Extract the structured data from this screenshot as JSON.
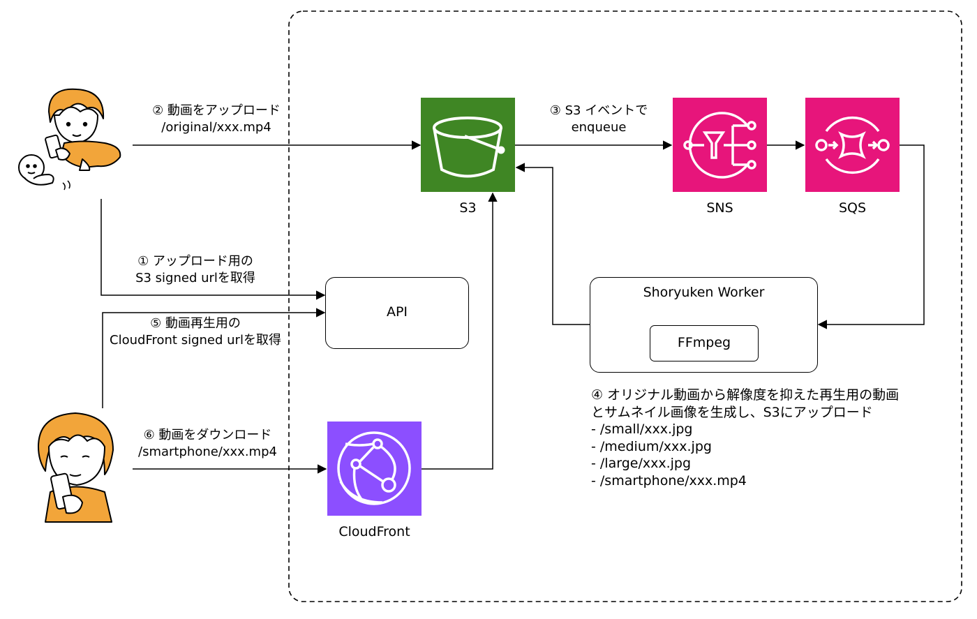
{
  "boundary": {
    "style": "dashed"
  },
  "services": {
    "s3": {
      "name": "S3",
      "color": "#3F8624",
      "icon": "bucket-icon"
    },
    "sns": {
      "name": "SNS",
      "color": "#E7157B",
      "icon": "sns-fanout-icon"
    },
    "sqs": {
      "name": "SQS",
      "color": "#E7157B",
      "icon": "sqs-queue-icon"
    },
    "cloudfront": {
      "name": "CloudFront",
      "color": "#8C4FFF",
      "icon": "cloudfront-globe-icon"
    }
  },
  "api": {
    "label": "API"
  },
  "worker": {
    "title": "Shoryuken Worker",
    "inner": "FFmpeg"
  },
  "actors": {
    "uploader": {
      "icon": "parent-with-baby-smartphone-icon"
    },
    "viewer": {
      "icon": "person-with-smartphone-icon"
    }
  },
  "edges": {
    "upload": {
      "line1": "② 動画をアップロード",
      "line2": "/original/xxx.mp4"
    },
    "event": {
      "line1": "③ S3 イベントで",
      "line2": "enqueue"
    },
    "signed": {
      "line1": "① アップロード用の",
      "line2": "S3 signed urlを取得"
    },
    "cf_url": {
      "line1": "⑤ 動画再生用の",
      "line2": "CloudFront signed urlを取得"
    },
    "download": {
      "line1": "⑥ 動画をダウンロード",
      "line2": "/smartphone/xxx.mp4"
    }
  },
  "note": {
    "lines": [
      "④ オリジナル動画から解像度を抑えた再生用の動画",
      "とサムネイル画像を生成し、S3にアップロード",
      "- /small/xxx.jpg",
      "- /medium/xxx.jpg",
      "- /large/xxx.jpg",
      "- /smartphone/xxx.mp4"
    ]
  }
}
